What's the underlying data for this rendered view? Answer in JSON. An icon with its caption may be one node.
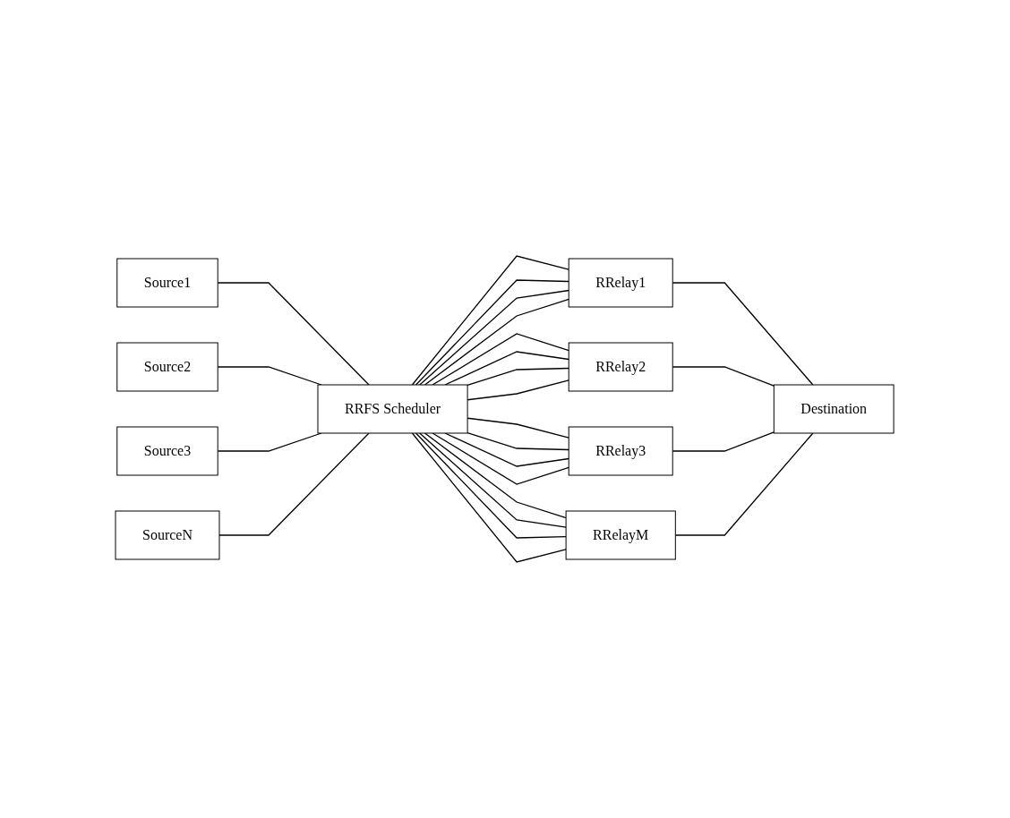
{
  "diagram": {
    "nodes": [
      {
        "text": [
          "Source1"
        ]
      },
      {
        "text": [
          "Source2"
        ]
      },
      {
        "text": [
          "Source3"
        ]
      },
      {
        "text": [
          "SourceN"
        ]
      },
      {
        "text": [
          "RRFS Scheduler"
        ]
      },
      {
        "text": [
          "RRelay1"
        ]
      },
      {
        "text": [
          "RRelay2"
        ]
      },
      {
        "text": [
          "RRelay3"
        ]
      },
      {
        "text": [
          "RRelayM"
        ]
      },
      {
        "text": [
          "Destination"
        ]
      }
    ],
    "edges": [
      {
        "from": 0,
        "to": 4,
        "arrow": "none"
      },
      {
        "from": 1,
        "to": 4,
        "arrow": "none"
      },
      {
        "from": 2,
        "to": 4,
        "arrow": "none"
      },
      {
        "from": 3,
        "to": 4,
        "arrow": "none"
      },
      {
        "from": 4,
        "to": 5,
        "arrow": "none"
      },
      {
        "from": 4,
        "to": 6,
        "arrow": "none"
      },
      {
        "from": 4,
        "to": 7,
        "arrow": "none"
      },
      {
        "from": 4,
        "to": 8,
        "arrow": "none"
      },
      {
        "from": 4,
        "to": 5,
        "arrow": "none"
      },
      {
        "from": 4,
        "to": 6,
        "arrow": "none"
      },
      {
        "from": 4,
        "to": 7,
        "arrow": "none"
      },
      {
        "from": 4,
        "to": 8,
        "arrow": "none"
      },
      {
        "from": 4,
        "to": 5,
        "arrow": "none"
      },
      {
        "from": 4,
        "to": 6,
        "arrow": "none"
      },
      {
        "from": 4,
        "to": 7,
        "arrow": "none"
      },
      {
        "from": 4,
        "to": 8,
        "arrow": "none"
      },
      {
        "from": 4,
        "to": 5,
        "arrow": "none"
      },
      {
        "from": 4,
        "to": 6,
        "arrow": "none"
      },
      {
        "from": 4,
        "to": 7,
        "arrow": "none"
      },
      {
        "from": 4,
        "to": 8,
        "arrow": "none"
      },
      {
        "from": 5,
        "to": 9,
        "arrow": "none"
      },
      {
        "from": 6,
        "to": 9,
        "arrow": "none"
      },
      {
        "from": 7,
        "to": 9,
        "arrow": "none"
      },
      {
        "from": 8,
        "to": 9,
        "arrow": "none"
      }
    ]
  }
}
